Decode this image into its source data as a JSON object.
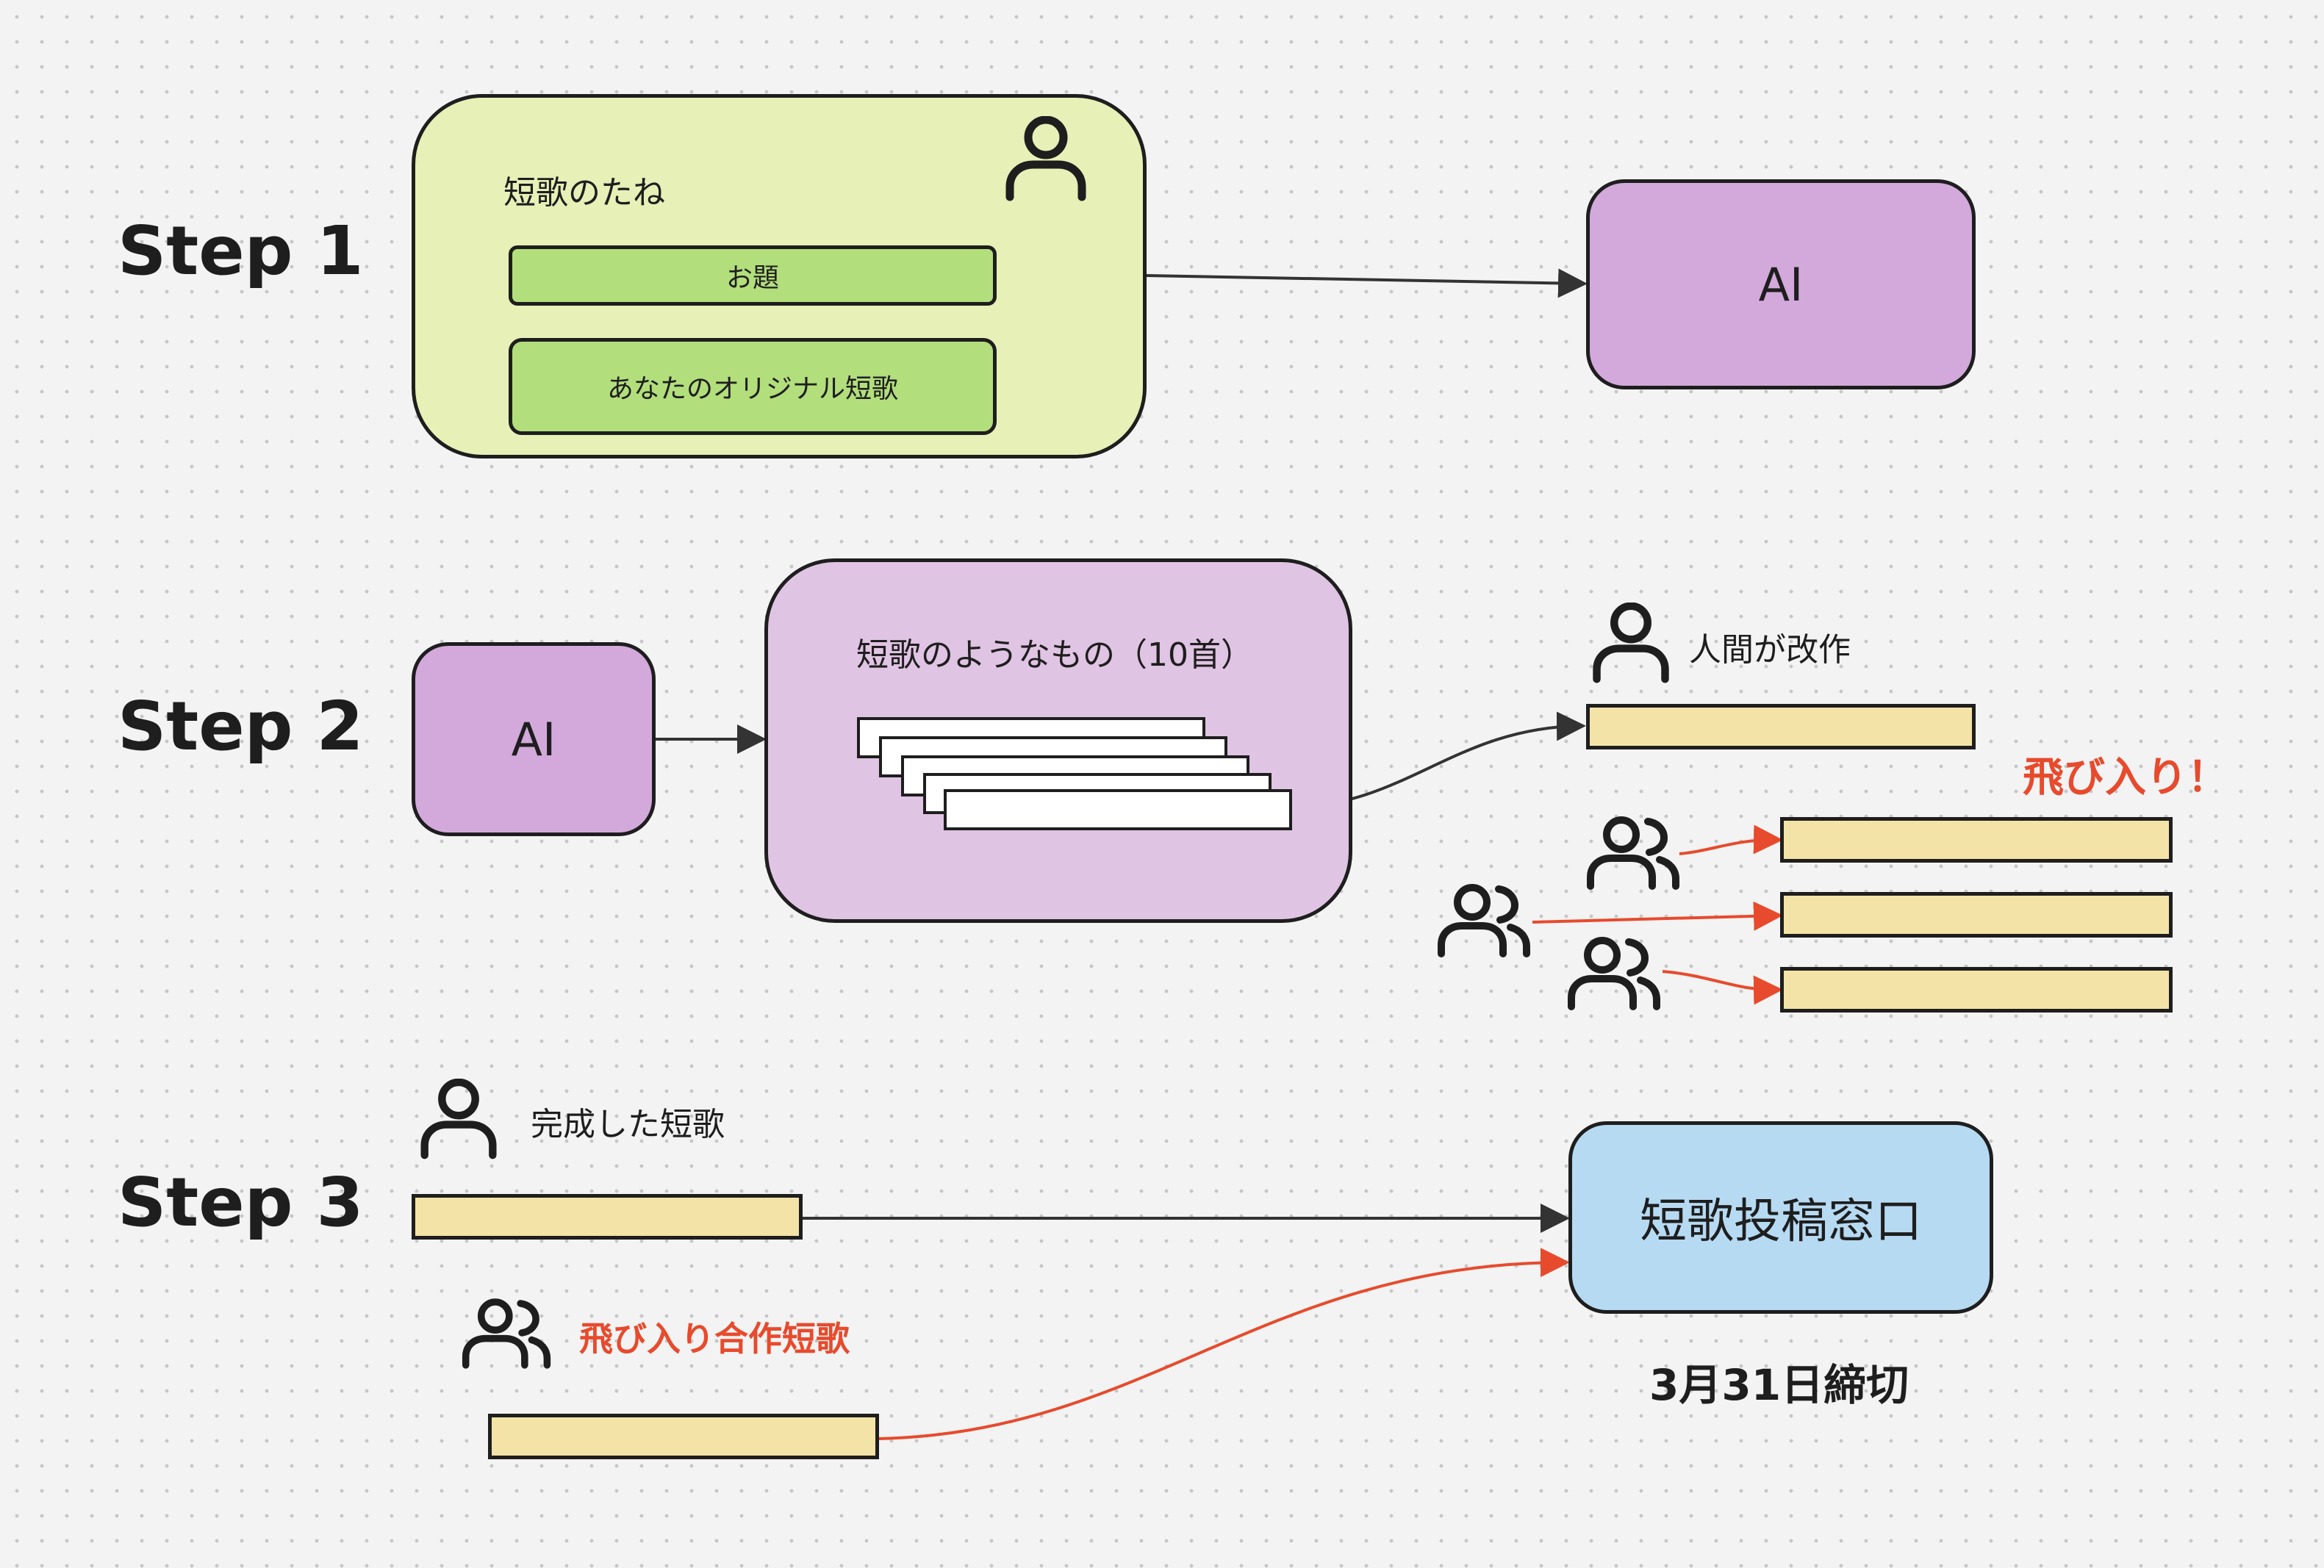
{
  "colors": {
    "seed_bg": "#e6f0b7",
    "seed_field": "#b2de7c",
    "ai_bg": "#d3a9dc",
    "tanka_group_bg": "#e0c4e3",
    "strip_bg": "#f4e3a6",
    "window_bg": "#b7daf3",
    "accent_red": "#e84a2d",
    "line": "#1e1e1e"
  },
  "steps": {
    "step1": "Step 1",
    "step2": "Step 2",
    "step3": "Step 3"
  },
  "step1": {
    "seed_title": "短歌のたね",
    "field_topic": "お題",
    "field_original": "あなたのオリジナル短歌",
    "ai_label": "AI",
    "icon": "person-icon"
  },
  "step2": {
    "ai_label": "AI",
    "group_title": "短歌のようなもの（10首）",
    "human_edit_label": "人間が改作",
    "drop_in_label": "飛び入り！",
    "icons": [
      "person-icon",
      "people-icon"
    ]
  },
  "step3": {
    "completed_label": "完成した短歌",
    "joint_label": "飛び入り合作短歌",
    "window_label": "短歌投稿窓口",
    "deadline": "3月31日締切",
    "icons": [
      "person-icon",
      "people-icon"
    ]
  }
}
